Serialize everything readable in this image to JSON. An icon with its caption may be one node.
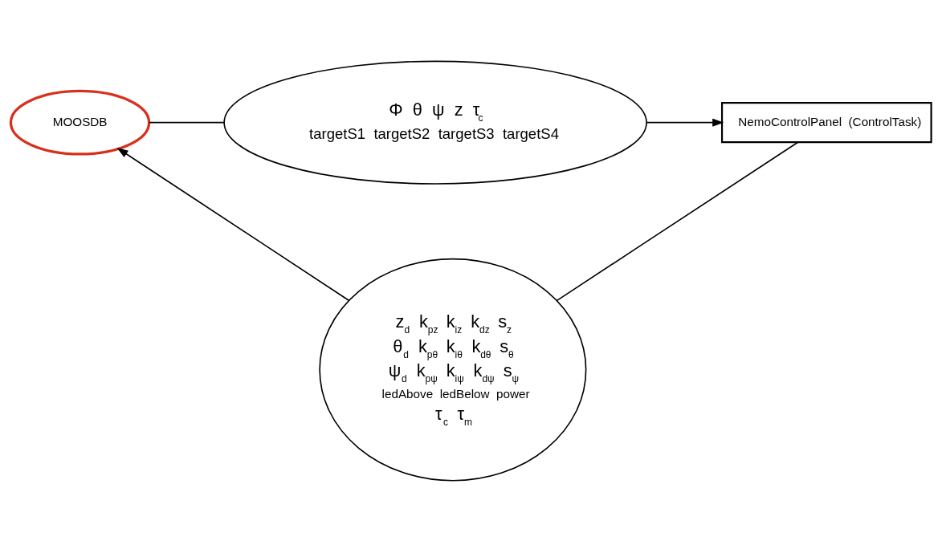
{
  "diagram": {
    "nodes": [
      {
        "text": [
          "MOOSDB"
        ]
      },
      {
        "text": [
          "Φ θ ψ z τ$_{c}$",
          "targetS1 targetS2 targetS3 targetS4"
        ]
      },
      {
        "text": [
          "NemoControlPanel (ControlTask)"
        ]
      },
      {
        "text": [
          "z$_{d}$ k$_{pz}$ k$_{iz}$ k$_{dz}$ s$_{z}$",
          "θ$_{d}$ k$_{pθ}$ k$_{iθ}$ k$_{dθ}$ s$_{θ}$",
          "ψ$_{d}$ k$_{pψ}$ k$_{iψ}$ k$_{dψ}$ s$_{ψ}$",
          "ledAbove ledBelow power",
          "τ$_{c}$ τ$_{m}$"
        ]
      }
    ],
    "edges": [
      {
        "from": 0,
        "to": 1,
        "arrow": "none"
      },
      {
        "from": 1,
        "to": 2,
        "arrow": "to"
      },
      {
        "from": 2,
        "to": 3,
        "arrow": "none"
      },
      {
        "from": 3,
        "to": 0,
        "arrow": "to"
      }
    ]
  }
}
